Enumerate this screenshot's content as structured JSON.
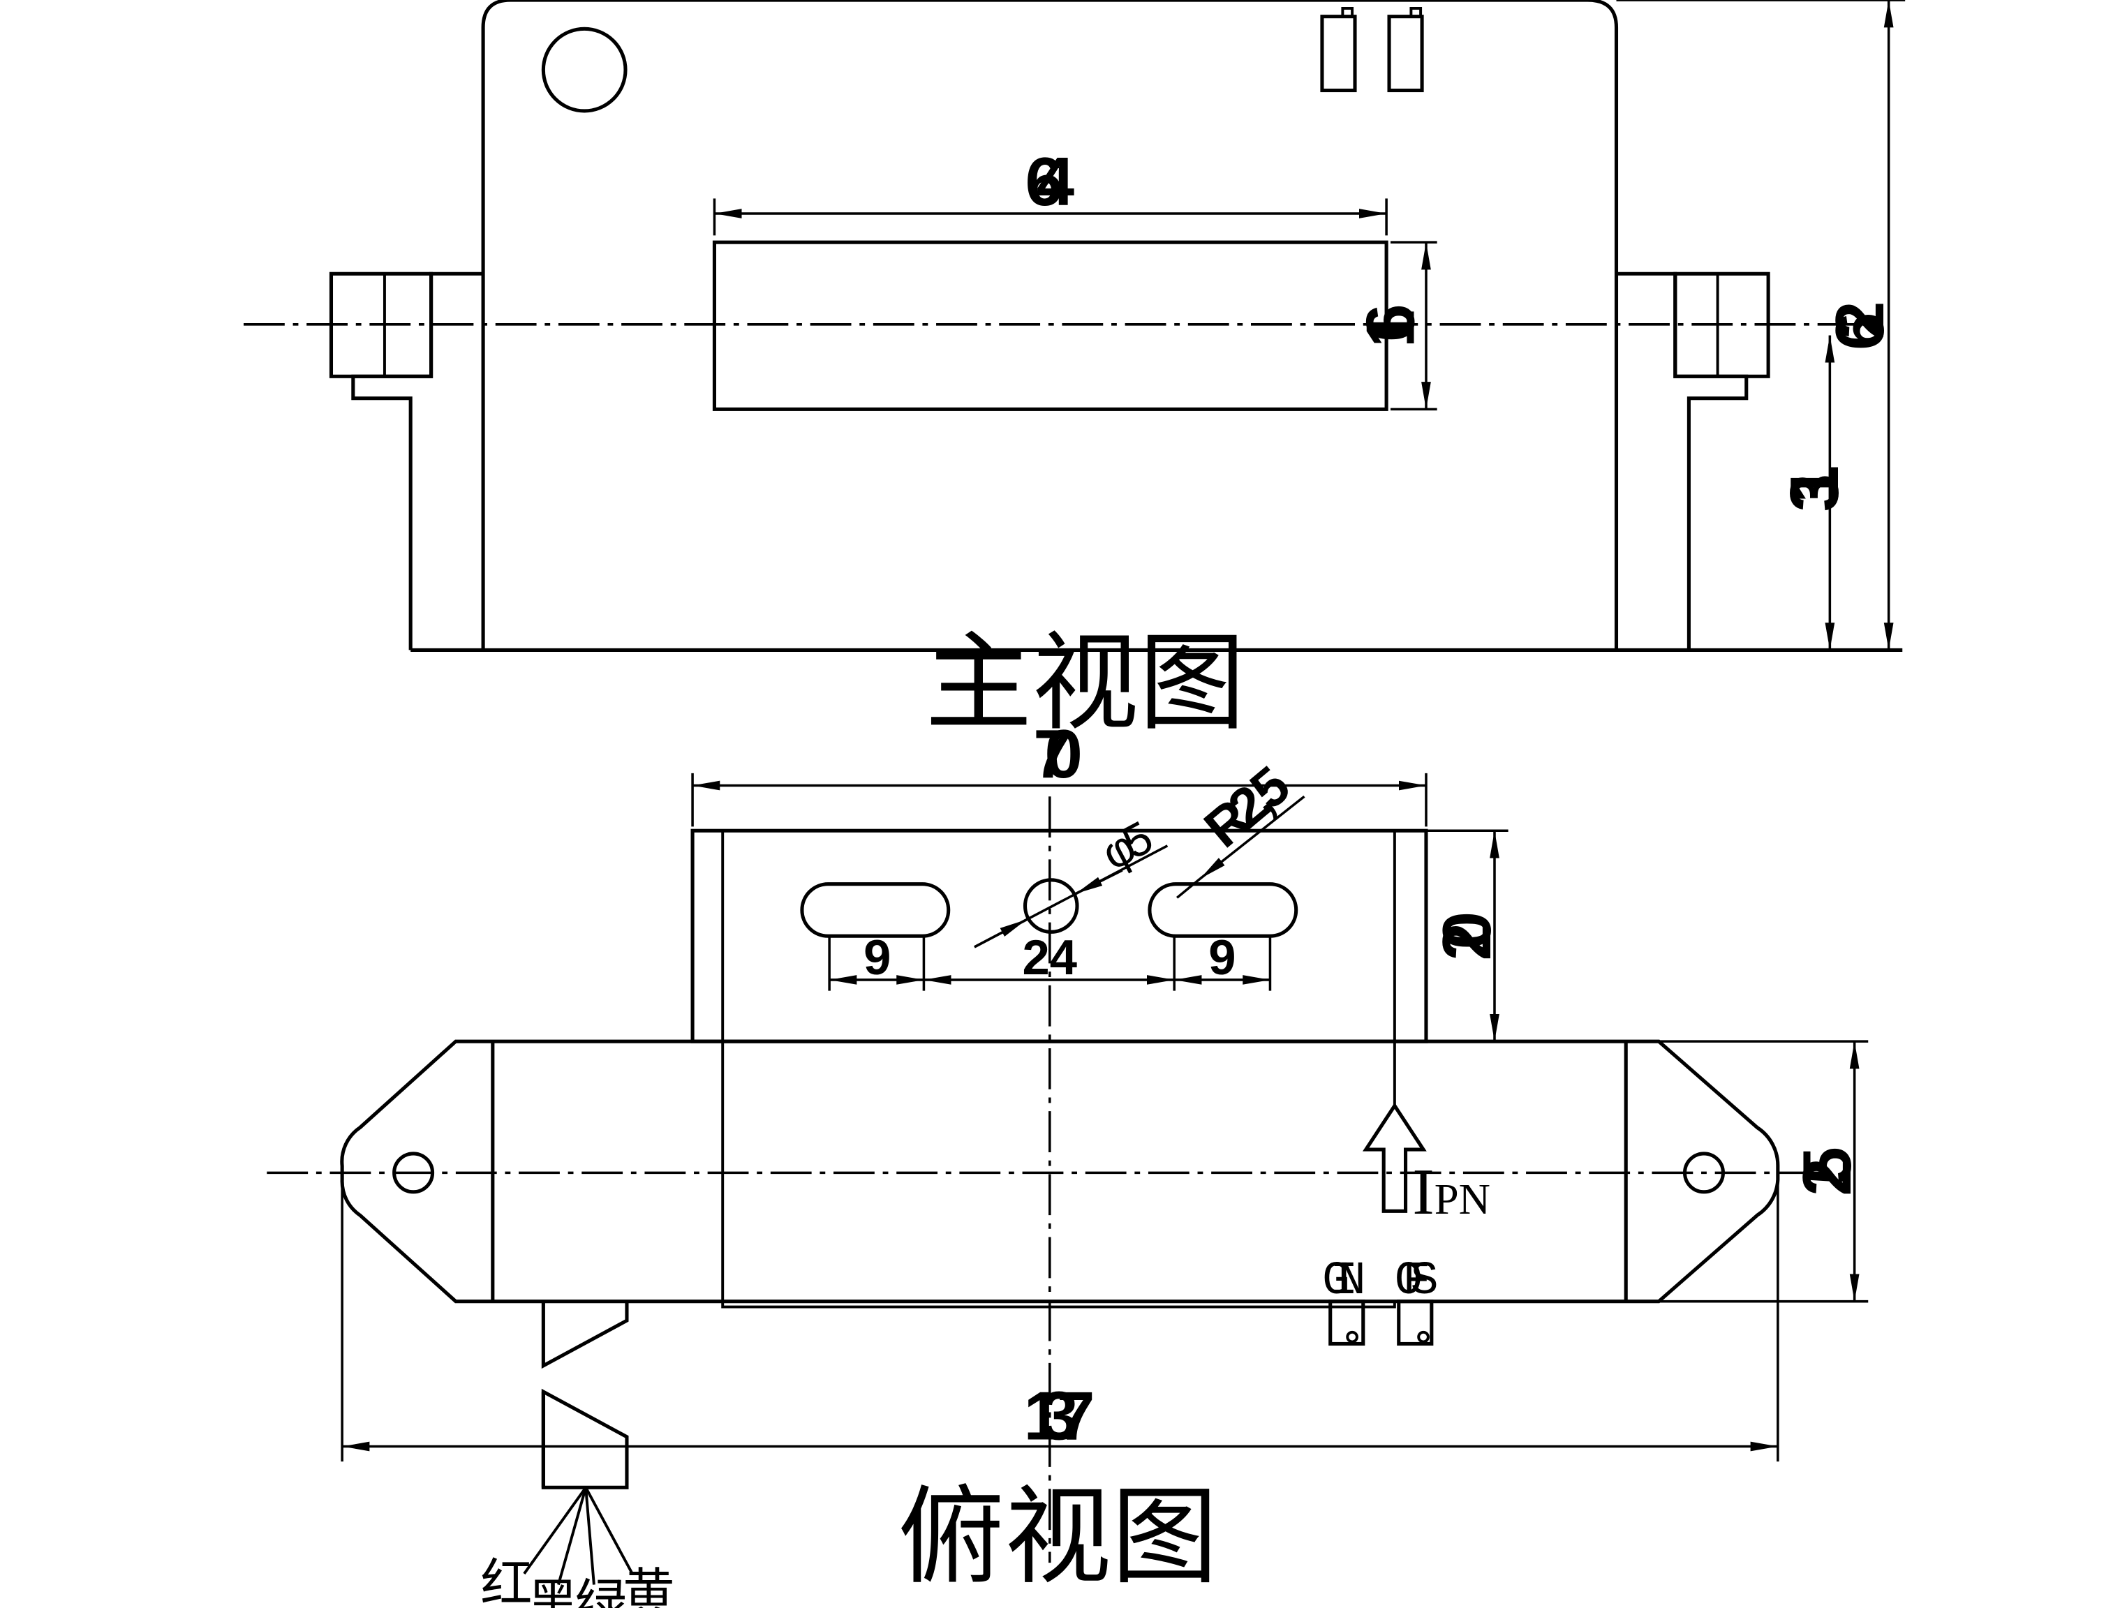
{
  "views": {
    "front": {
      "title": "主视图"
    },
    "top": {
      "title": "俯视图"
    }
  },
  "dimensions": {
    "window_width": "64",
    "window_height": "16",
    "total_height": "62",
    "center_height": "31",
    "bracket_width": "70",
    "bracket_depth": "20",
    "hole_diameter": "φ5",
    "slot_radius": "R2,5",
    "slot_length_left": "9",
    "slot_spacing": "24",
    "slot_length_right": "9",
    "body_depth": "25",
    "total_length": "137"
  },
  "labels": {
    "current_symbol": "I",
    "current_subscript": "PN",
    "pin_gin": "GIN",
    "pin_ofs": "OFS"
  },
  "wires": [
    {
      "color_name": "红"
    },
    {
      "color_name": "黑"
    },
    {
      "color_name": "绿"
    },
    {
      "color_name": "黄"
    }
  ]
}
